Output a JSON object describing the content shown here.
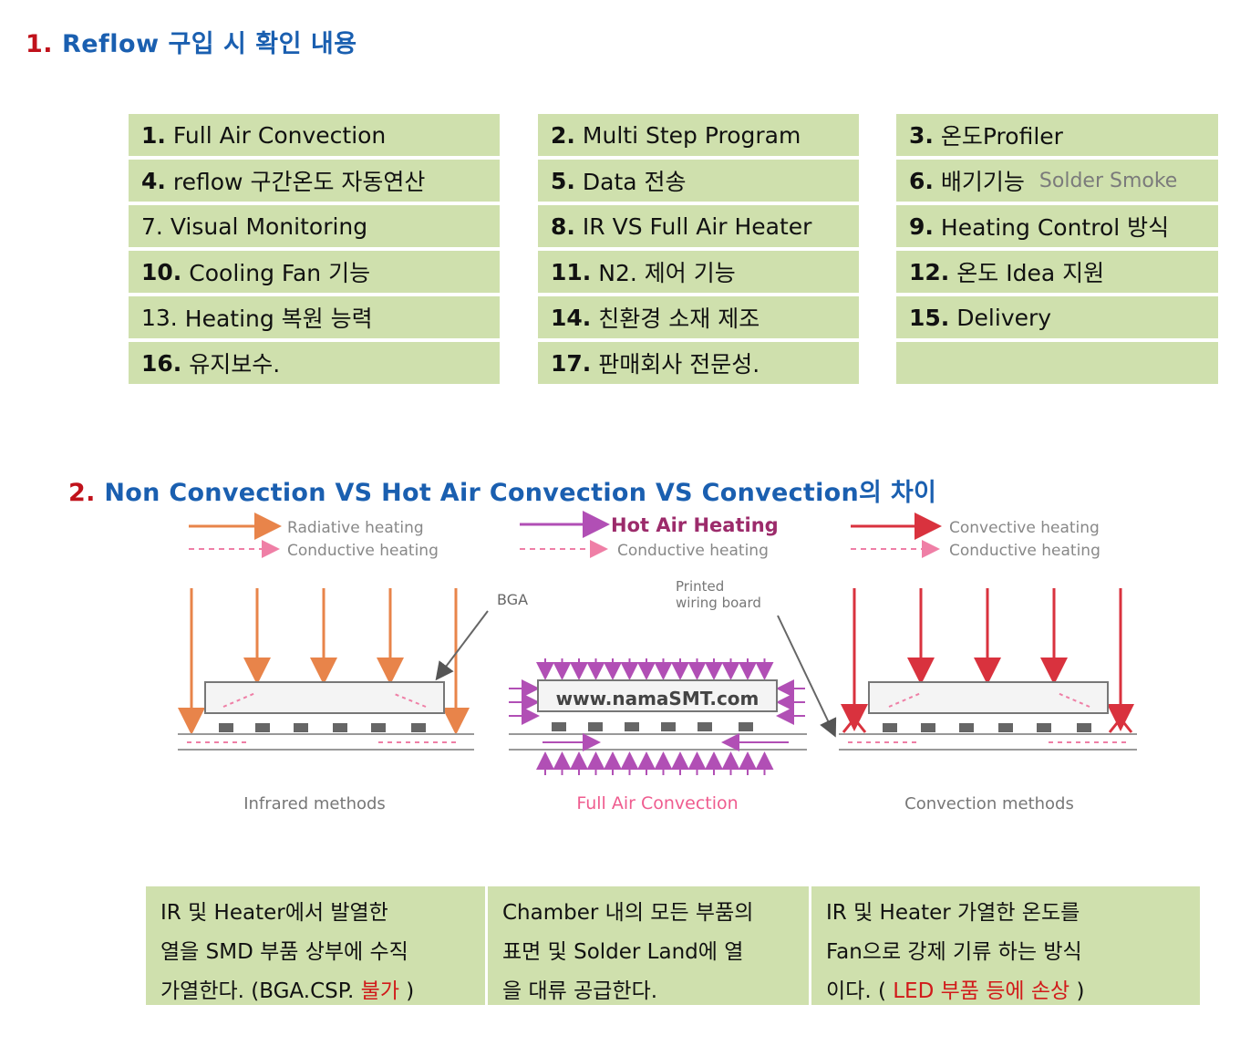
{
  "section1": {
    "number": "1.",
    "title": "Reflow 구입 시 확인 내용"
  },
  "checklist": {
    "col1": [
      {
        "num": "1.",
        "text": "Full Air Convection"
      },
      {
        "num": "4.",
        "text": "reflow 구간온도 자동연산"
      },
      {
        "num": "7.",
        "text": "Visual Monitoring"
      },
      {
        "num": "10.",
        "text": "Cooling Fan 기능"
      },
      {
        "num": "13.",
        "text": "Heating 복원 능력"
      },
      {
        "num": "16.",
        "text": "유지보수."
      }
    ],
    "col2": [
      {
        "num": "2.",
        "text": "Multi Step Program"
      },
      {
        "num": "5.",
        "text": "Data 전송"
      },
      {
        "num": "8.",
        "text": "IR VS Full Air Heater"
      },
      {
        "num": "11.",
        "text": "N2. 제어 기능"
      },
      {
        "num": "14.",
        "text": "친환경 소재 제조"
      },
      {
        "num": "17.",
        "text": "판매회사 전문성."
      }
    ],
    "col3": [
      {
        "num": "3.",
        "text": "온도Profiler"
      },
      {
        "num": "6.",
        "text": "배기기능",
        "note": "Solder Smoke"
      },
      {
        "num": "9.",
        "text": "Heating Control 방식"
      },
      {
        "num": "12.",
        "text": "온도 Idea 지원"
      },
      {
        "num": "15.",
        "text": "Delivery"
      },
      {
        "num": "",
        "text": ""
      }
    ]
  },
  "section2": {
    "number": "2.",
    "title": "Non Convection VS Hot Air Convection VS Convection의 차이"
  },
  "figure": {
    "left": {
      "legend1": "Radiative heating",
      "legend2": "Conductive heating",
      "bga_label": "BGA",
      "caption": "Infrared methods"
    },
    "center": {
      "legend1": "Hot Air Heating",
      "legend2": "Conductive heating",
      "pcb_label_1": "Printed",
      "pcb_label_2": "wiring board",
      "watermark": "www.namaSMT.com",
      "caption": "Full Air Convection"
    },
    "right": {
      "legend1": "Convective heating",
      "legend2": "Conductive heating",
      "caption": "Convection methods"
    },
    "colors": {
      "orange": "#e8844a",
      "purple": "#b14fb5",
      "red": "#d9323e",
      "pink": "#ef7fa6",
      "gray": "#666666"
    }
  },
  "descriptions": [
    {
      "l1": "IR 및 Heater에서 발열한",
      "l2": "열을 SMD 부품 상부에 수직",
      "l3a": "가열한다. (BGA.CSP.",
      "l3b": "불가",
      "l3c": ")"
    },
    {
      "l1": "Chamber 내의 모든 부품의",
      "l2": "표면 및 Solder Land에 열",
      "l3a": "을 대류 공급한다.",
      "l3b": "",
      "l3c": ""
    },
    {
      "l1": "IR 및 Heater 가열한 온도를",
      "l2": "Fan으로 강제 기류 하는 방식",
      "l3a": "이다. (",
      "l3b": "LED 부품 등에 손상",
      "l3c": ")"
    }
  ]
}
